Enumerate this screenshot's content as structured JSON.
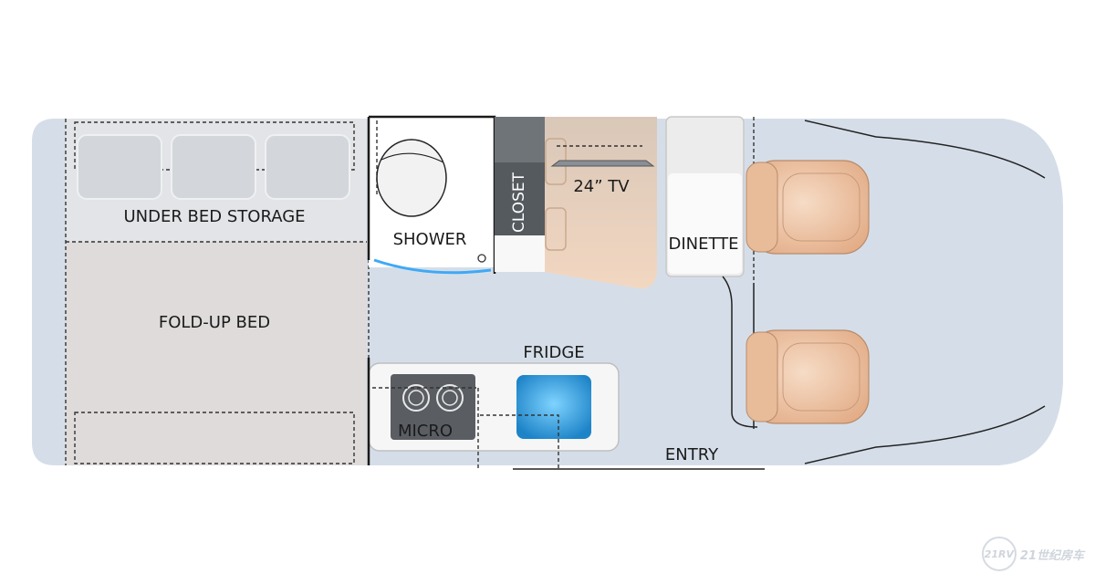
{
  "labels": {
    "under_bed_storage": "UNDER BED STORAGE",
    "fold_up_bed": "FOLD-UP BED",
    "shower": "SHOWER",
    "closet": "CLOSET",
    "tv": "24” TV",
    "dinette": "DINETTE",
    "fridge": "FRIDGE",
    "micro": "MICRO",
    "entry": "ENTRY"
  },
  "watermark": {
    "logo": "21RV",
    "text": "21世纪房车"
  },
  "colors": {
    "floor": "#d5dee8",
    "bed": "#dedbda",
    "counter": "#f6f6f6",
    "wood": "#e8d1c0",
    "seat": "#efc9ab",
    "sink": "#3aa6e0",
    "shower_edge": "#3fa9f5"
  }
}
